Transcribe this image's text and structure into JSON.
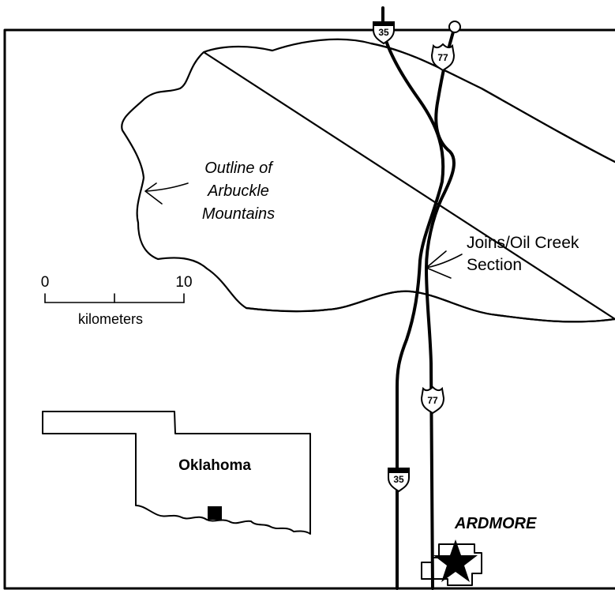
{
  "map": {
    "annotation_mountains": [
      "Outline of",
      "Arbuckle",
      "Mountains"
    ],
    "annotation_section": [
      "Joins/Oil Creek",
      "Section"
    ],
    "city": "ARDMORE",
    "inset_state": "Oklahoma",
    "scale_bar": {
      "start": "0",
      "end": "10",
      "unit": "kilometers"
    },
    "highways": {
      "interstate": "35",
      "us_route": "77"
    }
  }
}
